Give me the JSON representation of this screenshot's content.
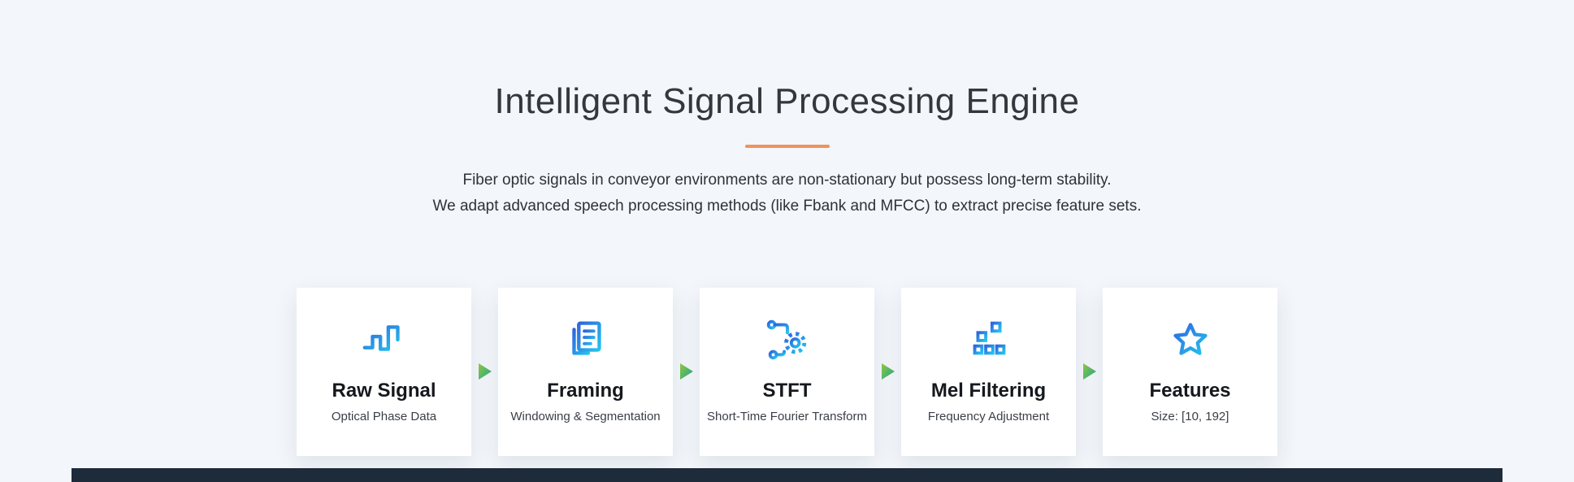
{
  "page": {
    "background": "#f3f6fa",
    "footer_bar_color": "#1d2b3a"
  },
  "section": {
    "title": "Intelligent Signal Processing Engine",
    "divider_color": "#f0935a",
    "description_lines": [
      "Fiber optic signals in conveyor environments are non-stationary but possess long-term stability.",
      "We adapt advanced speech processing methods (like Fbank and MFCC) to extract precise feature sets."
    ]
  },
  "pipeline": {
    "icon_gradient": [
      "#2f66dd",
      "#23c3ef"
    ],
    "arrow_gradient": [
      "#8fc742",
      "#23a98c"
    ],
    "steps": [
      {
        "title": "Raw Signal",
        "subtitle": "Optical Phase Data",
        "icon": "square-wave-icon"
      },
      {
        "title": "Framing",
        "subtitle": "Windowing & Segmentation",
        "icon": "document-list-icon"
      },
      {
        "title": "STFT",
        "subtitle": "Short-Time Fourier Transform",
        "icon": "gear-circuit-icon"
      },
      {
        "title": "Mel Filtering",
        "subtitle": "Frequency Adjustment",
        "icon": "equalizer-sliders-icon"
      },
      {
        "title": "Features",
        "subtitle": "Size: [10, 192]",
        "icon": "star-icon"
      }
    ]
  }
}
